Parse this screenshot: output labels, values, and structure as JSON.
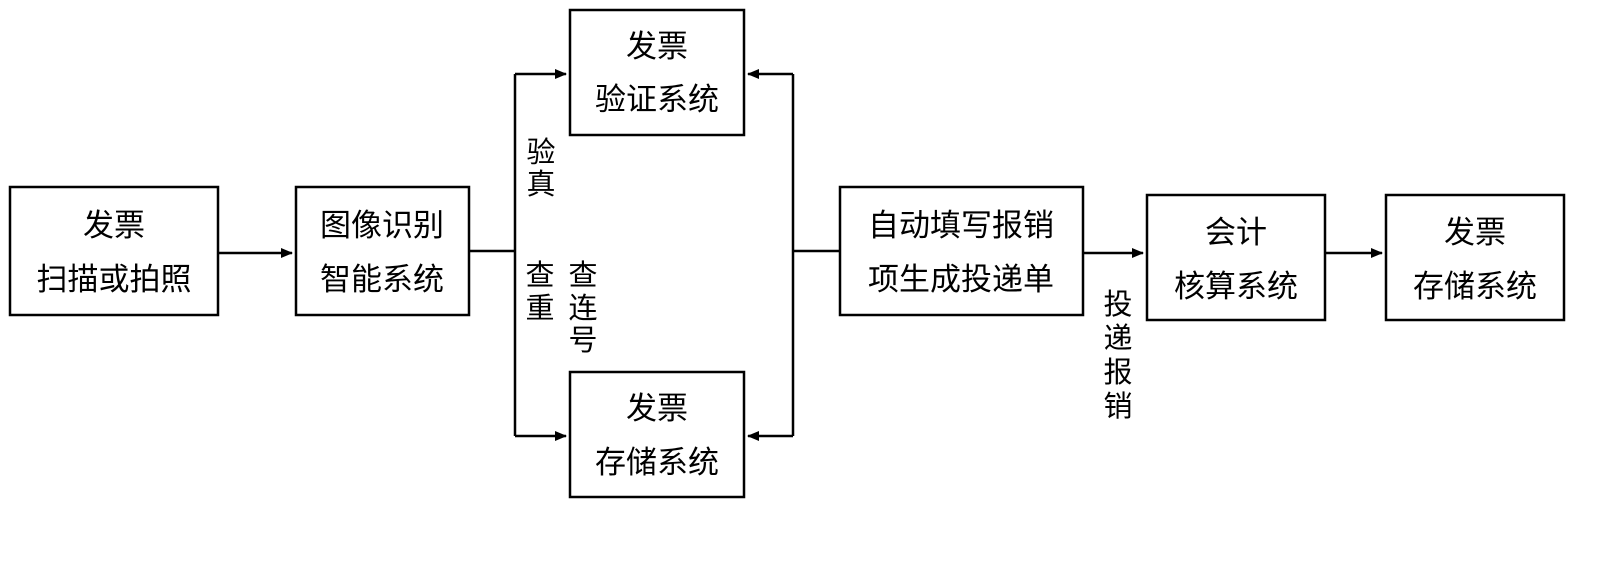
{
  "diagram": {
    "boxes": {
      "scan": {
        "line1": "发票",
        "line2": "扫描或拍照"
      },
      "recognition": {
        "line1": "图像识别",
        "line2": "智能系统"
      },
      "verify": {
        "line1": "发票",
        "line2": "验证系统"
      },
      "storage_mid": {
        "line1": "发票",
        "line2": "存储系统"
      },
      "autofill": {
        "line1": "自动填写报销",
        "line2": "项生成投递单"
      },
      "accounting": {
        "line1": "会计",
        "line2": "核算系统"
      },
      "storage_final": {
        "line1": "发票",
        "line2": "存储系统"
      }
    },
    "labels": {
      "authenticate": [
        "验",
        "真"
      ],
      "dedupe": [
        "查",
        "重"
      ],
      "check_serial": [
        "查",
        "连",
        "号"
      ],
      "submit_reimburse": [
        "投",
        "递",
        "报",
        "销"
      ]
    }
  }
}
